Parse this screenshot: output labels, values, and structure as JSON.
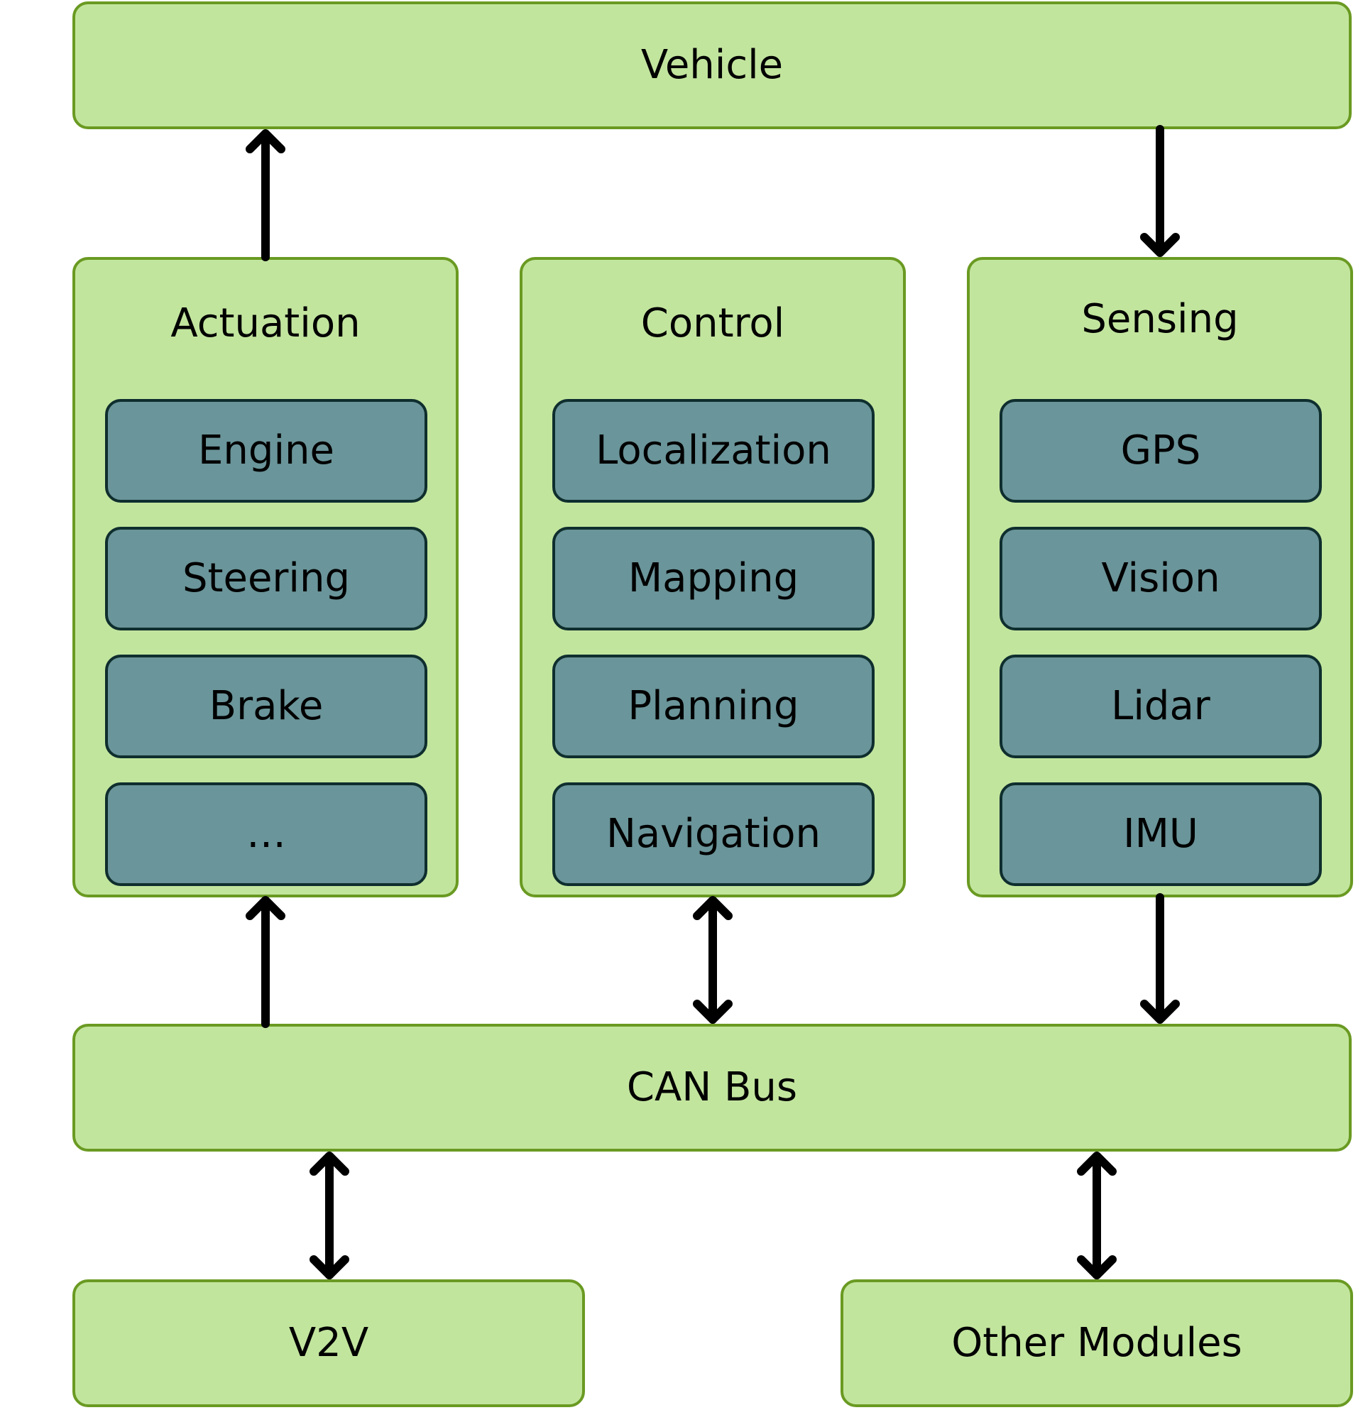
{
  "vehicle": {
    "label": "Vehicle"
  },
  "groups": [
    {
      "title": "Actuation",
      "modules": [
        "Engine",
        "Steering",
        "Brake",
        "…"
      ]
    },
    {
      "title": "Control",
      "modules": [
        "Localization",
        "Mapping",
        "Planning",
        "Navigation"
      ]
    },
    {
      "title": "Sensing",
      "modules": [
        "GPS",
        "Vision",
        "Lidar",
        "IMU"
      ]
    }
  ],
  "bus": {
    "label": "CAN Bus"
  },
  "bottom": [
    {
      "label": "V2V"
    },
    {
      "label": "Other Modules"
    }
  ],
  "colors": {
    "box_fill": "#c2e59e",
    "box_border": "#6a9a22",
    "module_fill": "#6a959a",
    "module_border": "#0f2e2e",
    "arrow": "#000000"
  }
}
